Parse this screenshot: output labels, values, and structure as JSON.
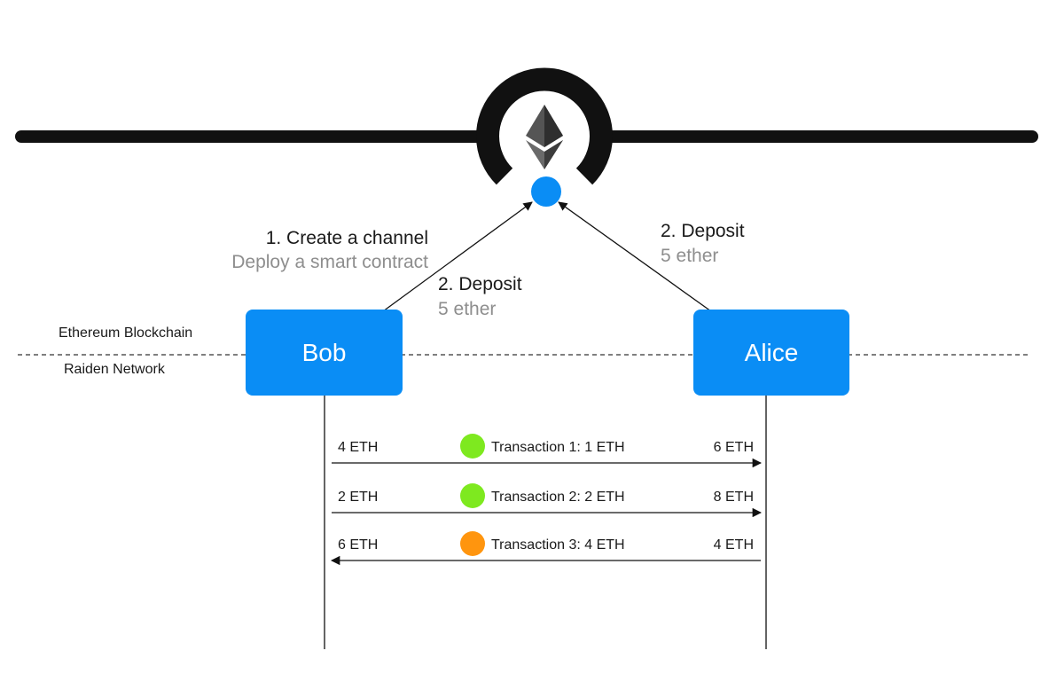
{
  "layers": {
    "upper": "Ethereum Blockchain",
    "lower": "Raiden Network"
  },
  "nodes": {
    "left": "Bob",
    "right": "Alice"
  },
  "steps": {
    "create_title": "1. Create a channel",
    "create_sub": "Deploy a smart contract",
    "bob_deposit_title": "2. Deposit",
    "bob_deposit_sub": "5 ether",
    "alice_deposit_title": "2. Deposit",
    "alice_deposit_sub": "5 ether"
  },
  "transactions": [
    {
      "left": "4 ETH",
      "label": "Transaction 1:  1 ETH",
      "right": "6 ETH",
      "direction": "right",
      "status_color": "#7ee91f"
    },
    {
      "left": "2 ETH",
      "label": "Transaction 2:  2 ETH",
      "right": "8 ETH",
      "direction": "right",
      "status_color": "#7ee91f"
    },
    {
      "left": "6 ETH",
      "label": "Transaction 3:  4 ETH",
      "right": "4 ETH",
      "direction": "left",
      "status_color": "#ff950e"
    }
  ],
  "colors": {
    "node": "#0a8df5",
    "contract": "#0a8df5",
    "line": "#111111"
  }
}
